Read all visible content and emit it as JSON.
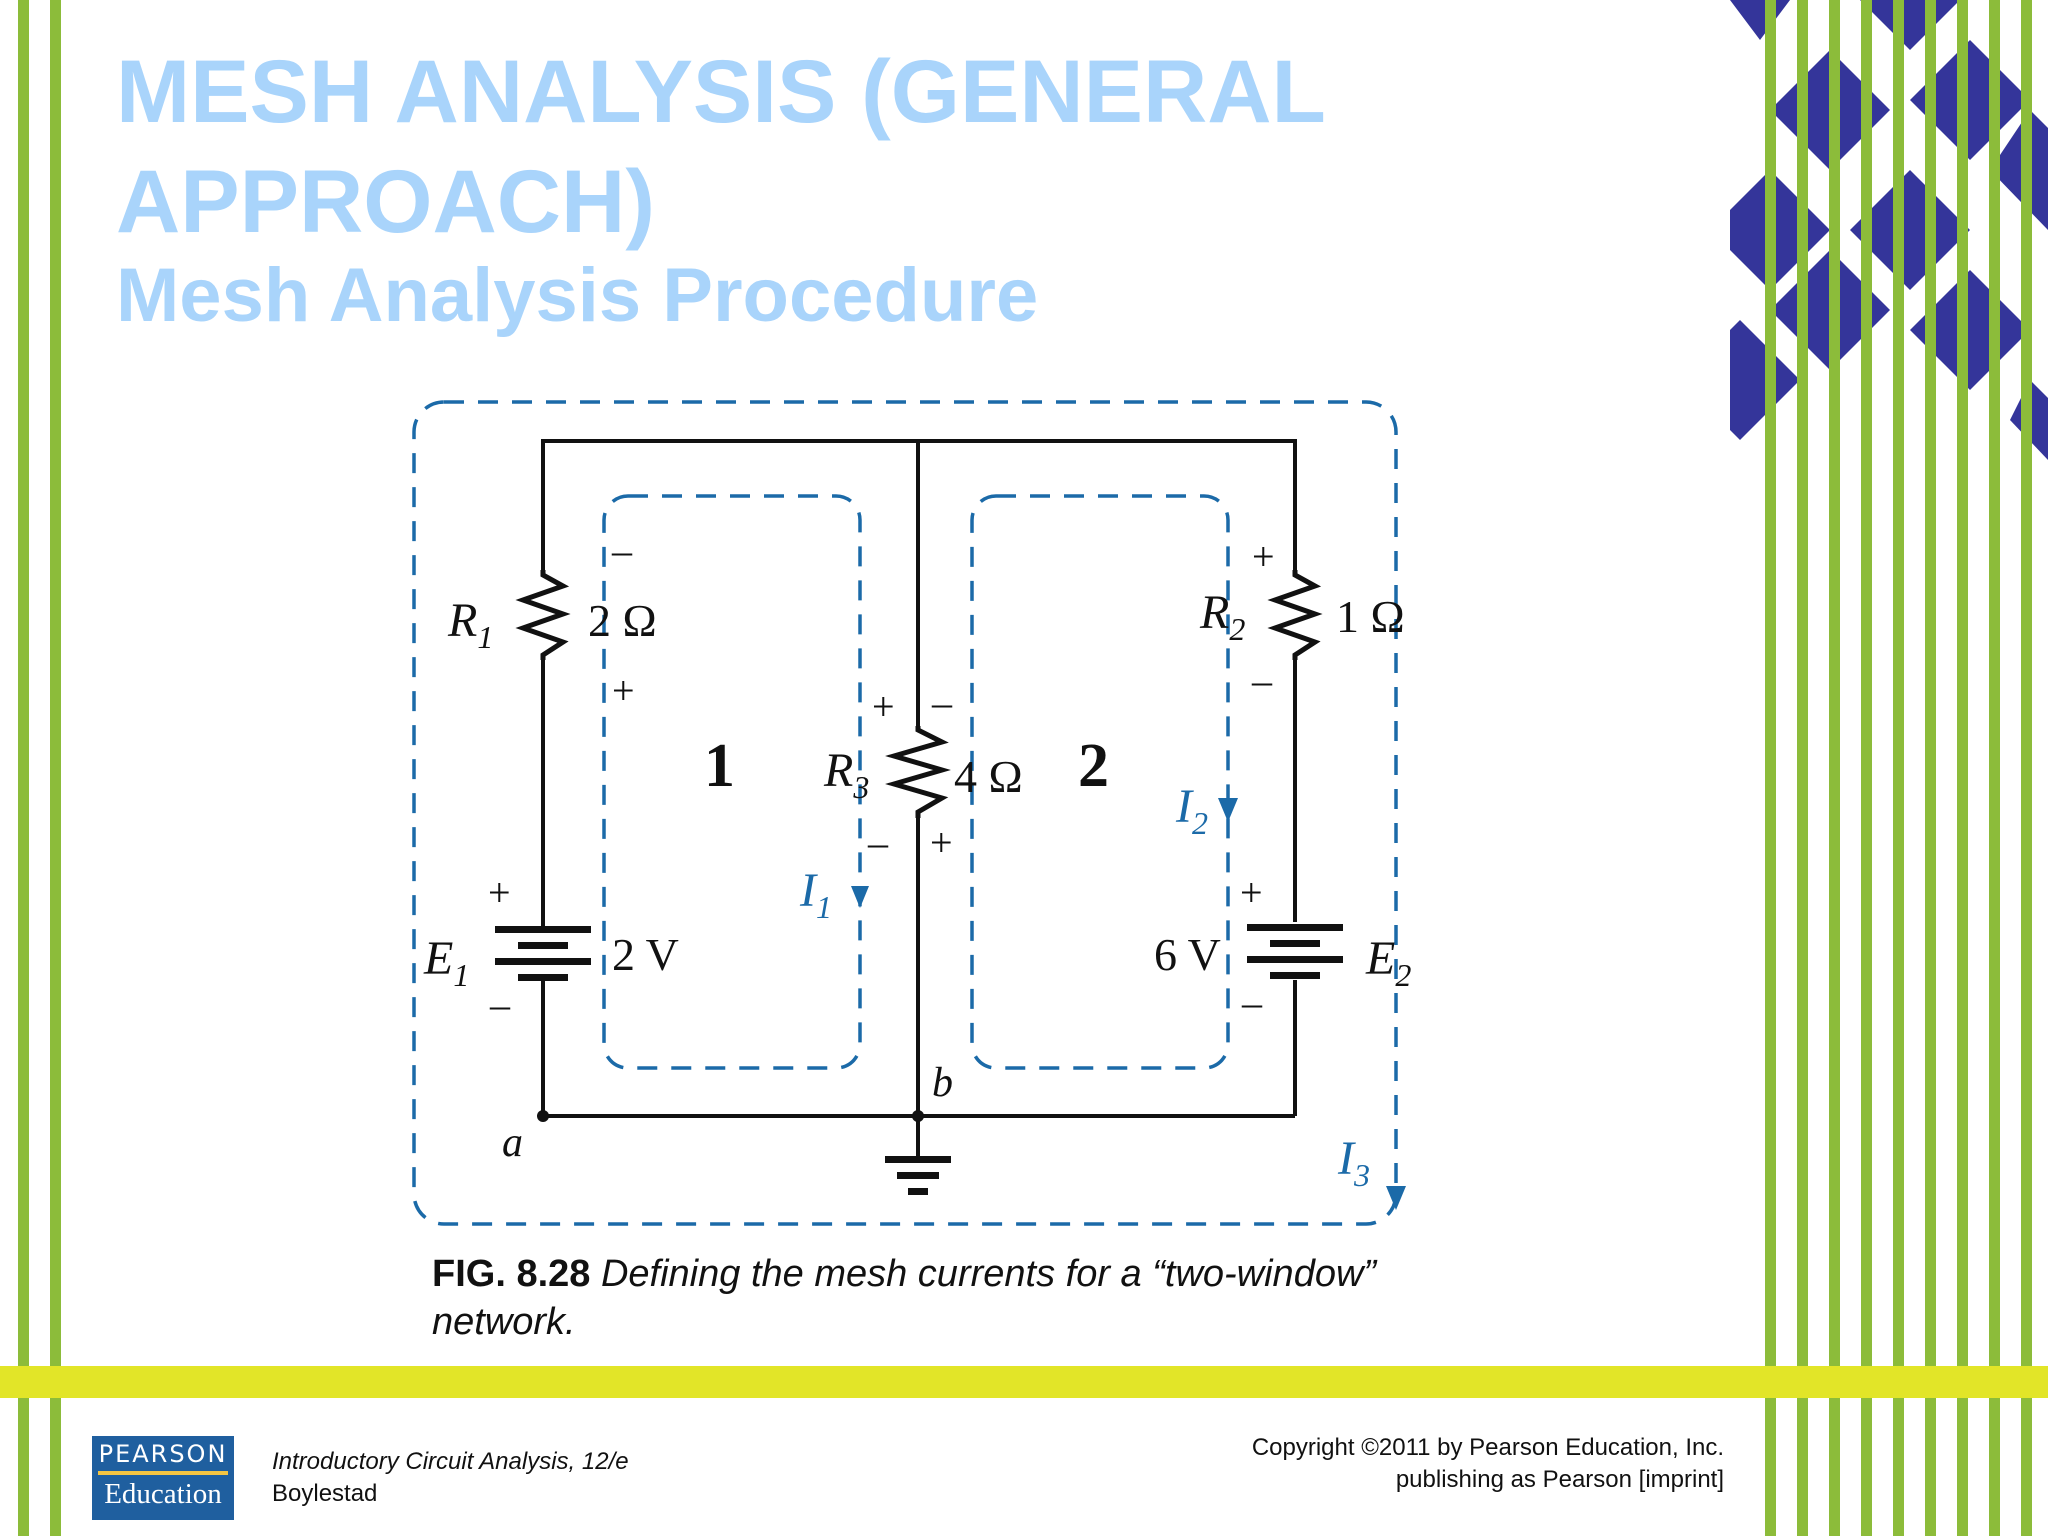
{
  "slide": {
    "title": "MESH ANALYSIS (GENERAL APPROACH)",
    "subtitle": "Mesh Analysis Procedure"
  },
  "figure": {
    "caption_label": "FIG. 8.28",
    "caption_text": "Defining the mesh currents for a “two-window” network.",
    "components": {
      "R1": {
        "name": "R",
        "sub": "1",
        "value": "2 Ω"
      },
      "R2": {
        "name": "R",
        "sub": "2",
        "value": "1 Ω"
      },
      "R3": {
        "name": "R",
        "sub": "3",
        "value": "4 Ω"
      },
      "E1": {
        "name": "E",
        "sub": "1",
        "value": "2 V"
      },
      "E2": {
        "name": "E",
        "sub": "2",
        "value": "6 V"
      }
    },
    "nodes": {
      "a": "a",
      "b": "b"
    },
    "meshes": {
      "mesh1": "1",
      "mesh2": "2"
    },
    "currents": {
      "I1": {
        "name": "I",
        "sub": "1"
      },
      "I2": {
        "name": "I",
        "sub": "2"
      },
      "I3": {
        "name": "I",
        "sub": "3"
      }
    },
    "polarity": {
      "plus": "+",
      "minus": "–"
    }
  },
  "footer": {
    "logo_top": "PEARSON",
    "logo_bottom": "Education",
    "book_title": "Introductory Circuit Analysis, 12/e",
    "book_author": "Boylestad",
    "copyright_line1": "Copyright ©2011 by Pearson Education, Inc.",
    "copyright_line2": "publishing as Pearson [imprint]"
  },
  "colors": {
    "title": "#a9d4fb",
    "green_stripe": "#8cbc3a",
    "yellow_band": "#e2e528",
    "navy_diamond": "#34359a",
    "mesh_blue": "#1b6aa8",
    "circuit_black": "#111111"
  }
}
